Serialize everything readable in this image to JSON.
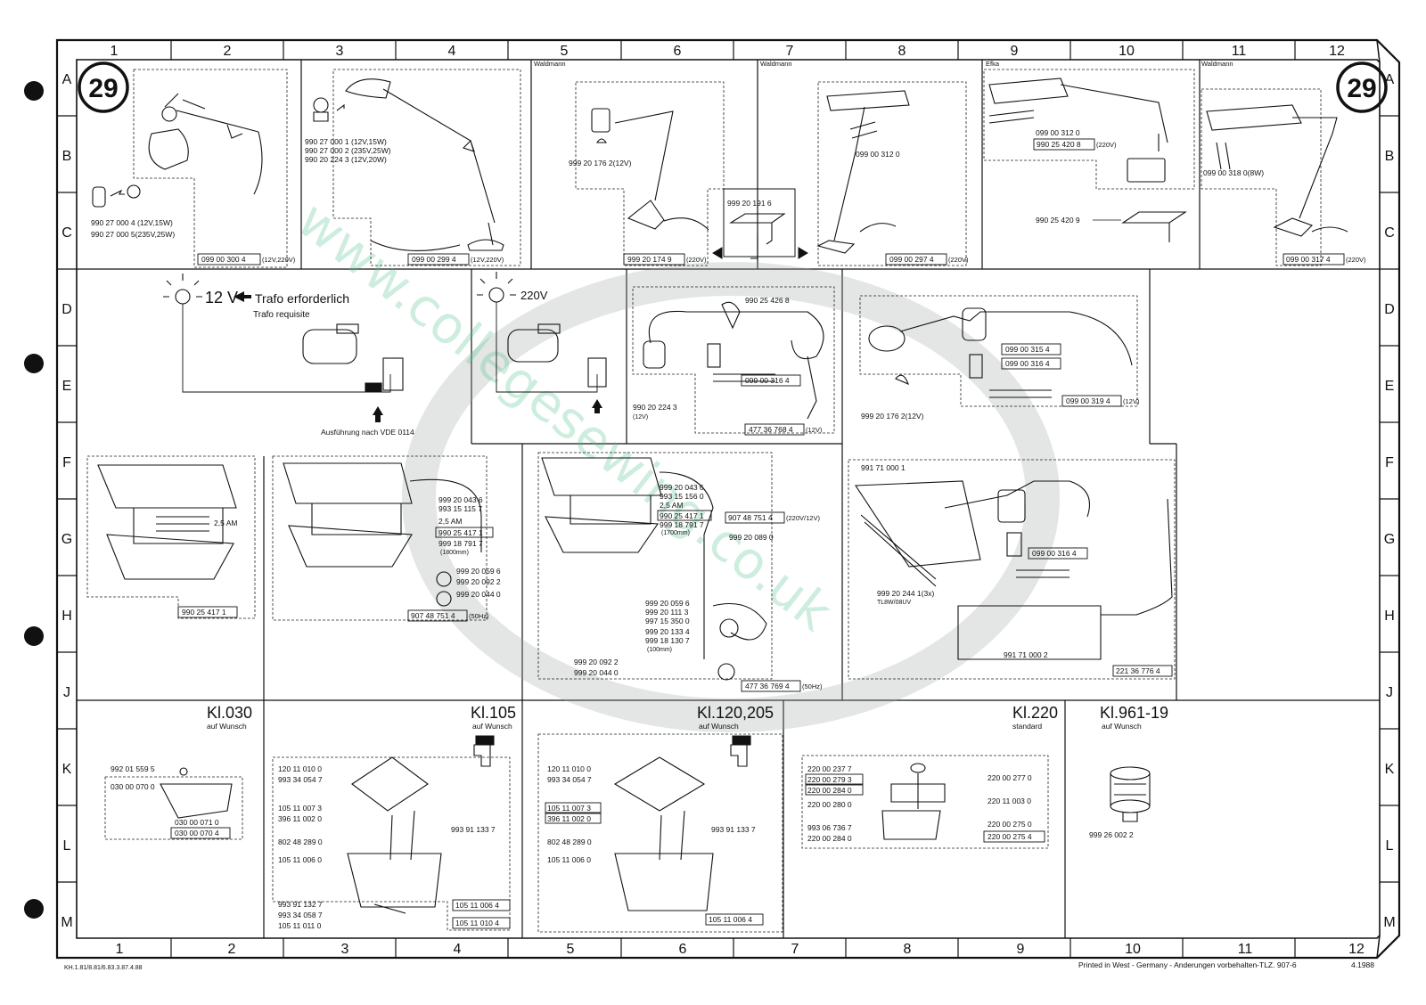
{
  "page": {
    "page_number": "29",
    "footer_left": "KH.1.81/8.81/6.83.3.87.4.88",
    "footer_right": "Printed in West - Germany - Anderungen vorbehalten-TLZ. 907-6",
    "footer_date": "4.1988",
    "watermark": "www.collegesewing.co.uk"
  },
  "grid": {
    "columns_top": [
      "1",
      "2",
      "3",
      "4",
      "5",
      "6",
      "7",
      "8",
      "9",
      "10",
      "11",
      "12"
    ],
    "columns_bottom": [
      "1",
      "2",
      "3",
      "4",
      "5",
      "6",
      "7",
      "8",
      "9",
      "10",
      "11",
      "12"
    ],
    "rows": [
      "A",
      "B",
      "C",
      "D",
      "E",
      "F",
      "G",
      "H",
      "J",
      "K",
      "L",
      "M"
    ]
  },
  "row1": {
    "p1": {
      "parts": [
        "990 27 000 4 (12V,15W)",
        "990 27 000 5(235V,25W)"
      ],
      "box": "099 00 300 4",
      "box_note": "(12V,220V)"
    },
    "p2": {
      "parts": [
        "990 27 000 1 (12V,15W)",
        "990 27 000 2 (235V,25W)",
        "990 20 224 3 (12V,20W)"
      ],
      "box": "099 00 299 4",
      "box_note": "(12V,220V)"
    },
    "p3": {
      "brand": "Waldmann",
      "part": "999 20 176 2(12V)",
      "box": "999 20 174 9",
      "box_note": "(220V)"
    },
    "p3b": {
      "part": "999 20 191 6"
    },
    "p4": {
      "brand": "Waldmann",
      "part": "099 00 312 0",
      "box": "099 00 297 4",
      "box_note": "(220V)"
    },
    "p5": {
      "brand": "Efka",
      "part1": "099 00 312 0",
      "box": "990 25 420 8",
      "box_note": "(220V)",
      "part2": "990 25 420 9"
    },
    "p6": {
      "brand": "Waldmann",
      "part": "099 00 318 0(8W)",
      "box": "099 00 317 4",
      "box_note": "(220V)"
    }
  },
  "row2": {
    "a": {
      "voltage": "12 V",
      "trafo1": "Trafo erforderlich",
      "trafo2": "Trafo requisite",
      "note": "Ausführung nach VDE 0114"
    },
    "b": {
      "voltage": "220V"
    },
    "c": {
      "part_top": "990 25 426 8",
      "box1": "099 00 316 4",
      "part_bulb": "990 20 224 3",
      "part_bulb_note": "(12V)",
      "box2": "477 36 768 4",
      "box2_note": "(12V)"
    },
    "d": {
      "box1": "099 00 315 4",
      "box2": "099 00 316 4",
      "part": "999 20 176 2(12V)",
      "box3": "099 00 319 4",
      "box3_note": "(12V)"
    }
  },
  "row3": {
    "a": {
      "label": "2,5 AM",
      "box": "990 25 417 1"
    },
    "b": {
      "parts": [
        "999 20 043 6",
        "993 15 115 7",
        "2,5 AM",
        "990 25 417 1",
        "999 18 791 7",
        "(1800mm)",
        "999 20 059 6",
        "999 20 092 2",
        "999 20 044 0"
      ],
      "box": "907 48 751 4",
      "box_note": "(50Hz)"
    },
    "c": {
      "parts": [
        "999 20 043 6",
        "993 15 156 0",
        "2,5 AM",
        "990 25 417 1",
        "999 18 791 7",
        "(1700mm)"
      ],
      "box_mid": "907 48 751 4",
      "box_mid_note": "(220V/12V)",
      "part_mid": "999 20 089 0",
      "parts_lower": [
        "999 20 059 6",
        "999 20 111 3",
        "997 15 350 0",
        "999 20 133 4",
        "999 18 130 7",
        "(100mm)"
      ],
      "parts_bottom": [
        "999 20 092 2",
        "999 20 044 0"
      ],
      "box": "477 36 769 4",
      "box_note": "(50Hz)"
    },
    "d": {
      "part_top": "991 71 000 1",
      "box1": "099 00 316 4",
      "part_tube": "999 20 244 1(3x)",
      "tube_note": "TL8W/08UV",
      "part_box": "991 71 000 2",
      "box2": "221 36 776 4"
    }
  },
  "row4": {
    "kl030": {
      "title": "Kl.030",
      "sub": "auf Wunsch",
      "parts": [
        "992 01 559 5",
        "030 00 070 0",
        "030 00 071 0"
      ],
      "box": "030 00 070 4"
    },
    "kl105": {
      "title": "Kl.105",
      "sub": "auf Wunsch",
      "parts_left": [
        "120 11 010 0",
        "993 34 054 7",
        "105 11 007 3",
        "396 11 002 0",
        "802 48 289 0",
        "105 11 006 0",
        "993 91 132 7",
        "993 34 058 7",
        "105 11 011 0"
      ],
      "part_right": "993 91 133 7",
      "box1": "105 11 006 4",
      "box2": "105 11 010 4"
    },
    "kl120": {
      "title": "Kl.120,205",
      "sub": "auf Wunsch",
      "parts_left": [
        "120 11 010 0",
        "993 34 054 7",
        "105 11 007 3",
        "396 11 002 0",
        "802 48 289 0",
        "105 11 006 0"
      ],
      "part_right": "993 91 133 7",
      "box": "105 11 006 4"
    },
    "kl220": {
      "title": "Kl.220",
      "sub": "standard",
      "parts_left": [
        "220 00 237 7",
        "220 00 279 3",
        "220 00 284 0",
        "220 00 280 0",
        "993 06 736 7",
        "220 00 284 0"
      ],
      "parts_right": [
        "220 00 277 0",
        "220 11 003 0",
        "220 00 275 0"
      ],
      "box": "220 00 275 4"
    },
    "kl961": {
      "title": "Kl.961-19",
      "sub": "auf Wunsch",
      "part": "999 26 002 2"
    }
  }
}
